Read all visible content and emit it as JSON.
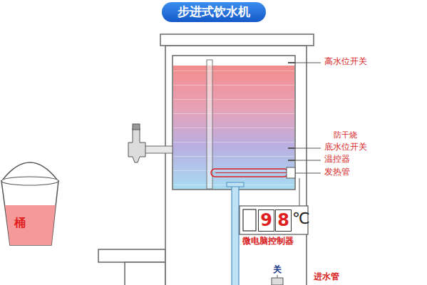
{
  "diagram": {
    "title": "步进式饮水机",
    "nodes": [
      {
        "text": [
          "桶"
        ]
      },
      {
        "text": [
          "9"
        ]
      },
      {
        "text": [
          "8"
        ]
      }
    ],
    "labels": [
      "高水位开关",
      "防干烧",
      "底水位开关",
      "温控器",
      "发热管",
      "℃",
      "微电脑控制器",
      "关",
      "进水管"
    ]
  }
}
